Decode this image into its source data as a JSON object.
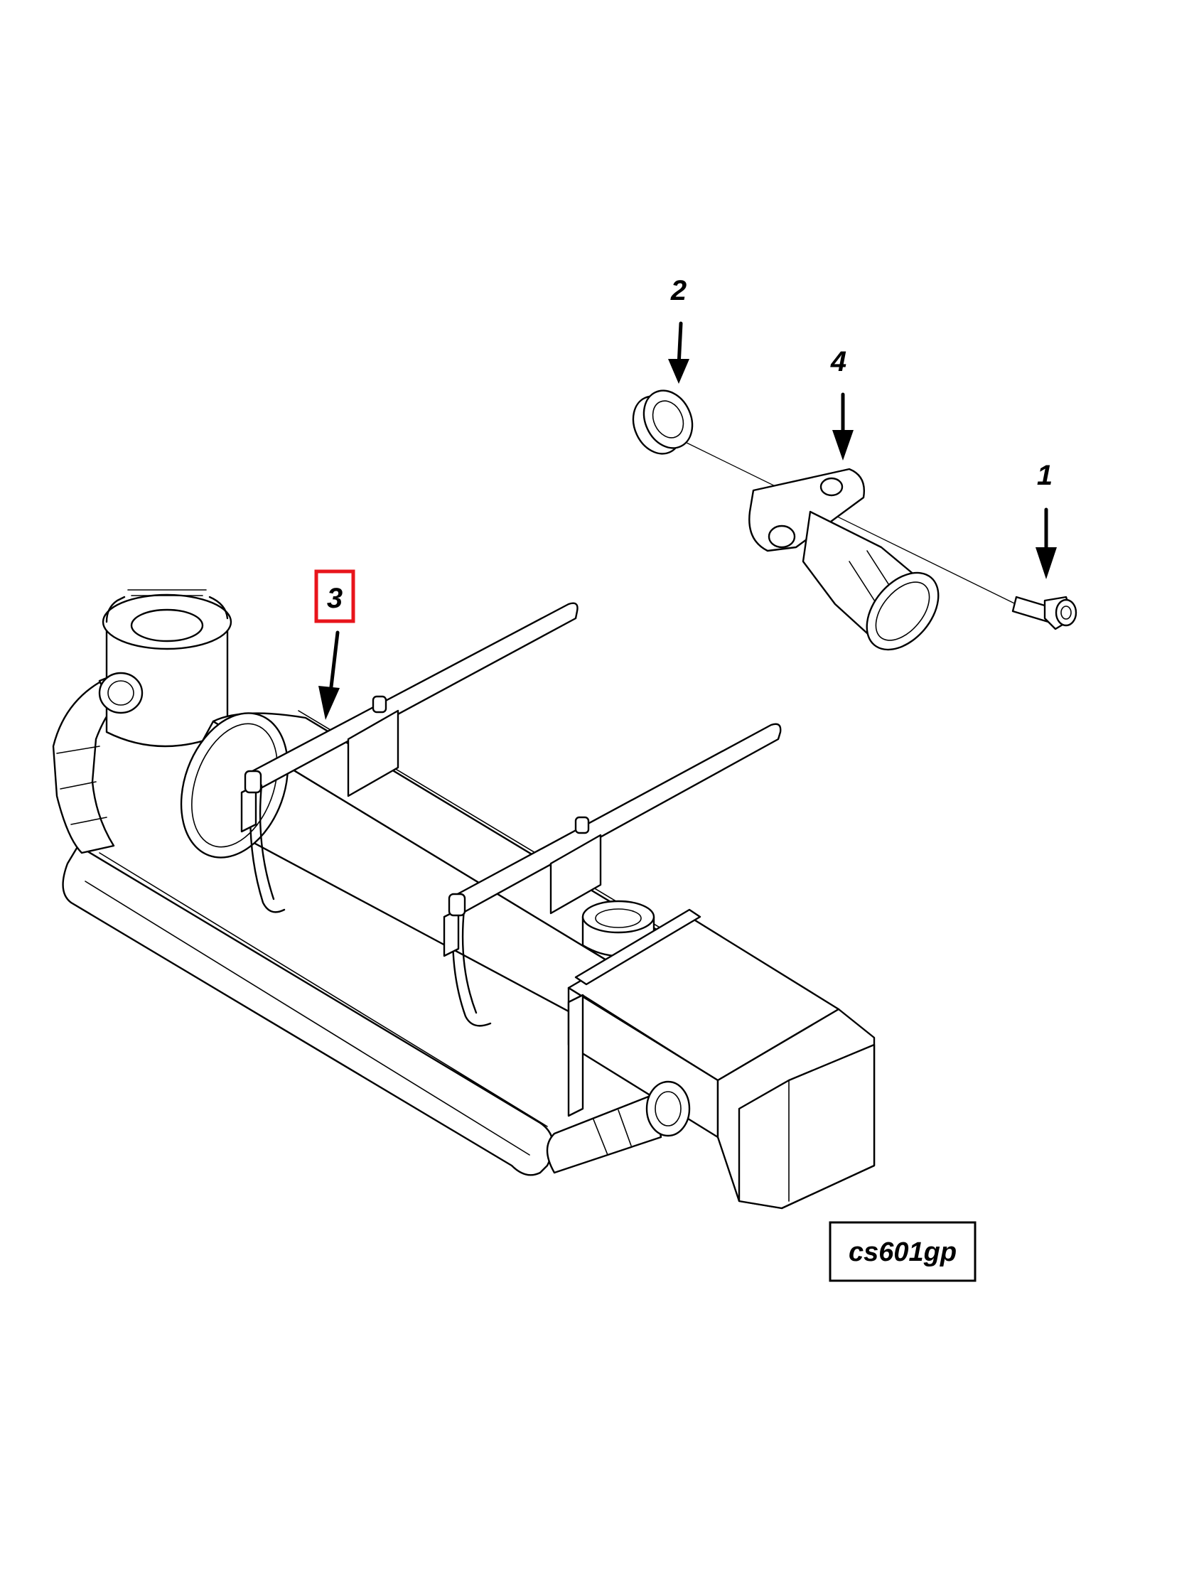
{
  "figure_id": "cs601gp",
  "callouts": [
    {
      "label": "1",
      "highlighted": false
    },
    {
      "label": "2",
      "highlighted": false
    },
    {
      "label": "3",
      "highlighted": true
    },
    {
      "label": "4",
      "highlighted": false
    }
  ],
  "highlight_color": "#e8141b",
  "line_color": "#000000"
}
